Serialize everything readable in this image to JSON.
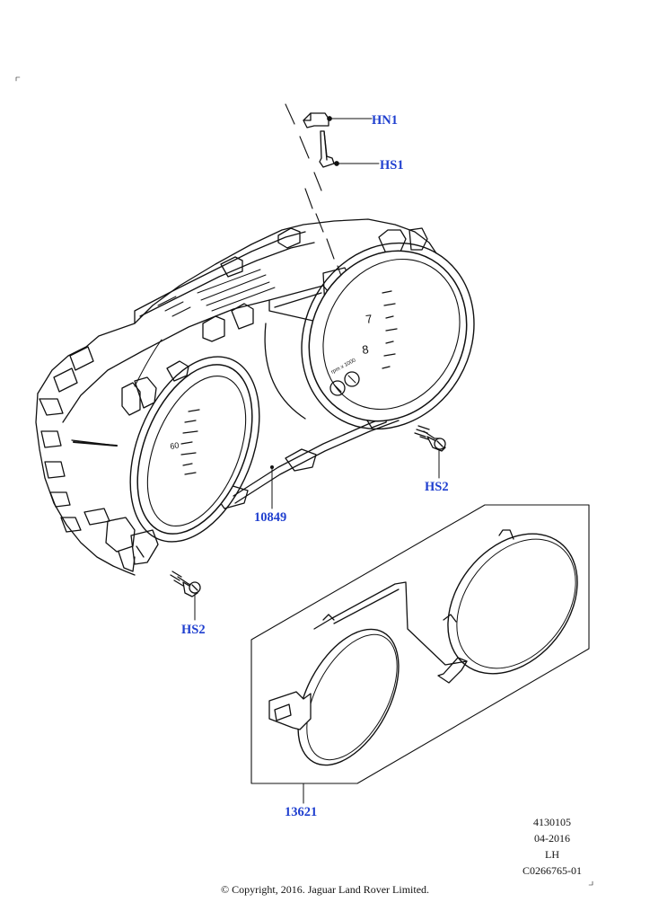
{
  "callouts": {
    "hn1": "HN1",
    "hs1": "HS1",
    "hs2_right": "HS2",
    "hs2_left": "HS2",
    "cluster": "10849",
    "bezel": "13621"
  },
  "dial": {
    "scale_label": "rpm x 1000",
    "numerals": [
      "7",
      "8",
      "60"
    ]
  },
  "illustration_meta": {
    "ref": "4130105",
    "date": "04-2016",
    "side": "LH",
    "code": "C0266765-01"
  },
  "copyright": "© Copyright, 2016. Jaguar Land Rover Limited.",
  "colors": {
    "callout_text": "#1f3fcf",
    "line": "#111111",
    "screen_shade": "#f3f3f3"
  }
}
